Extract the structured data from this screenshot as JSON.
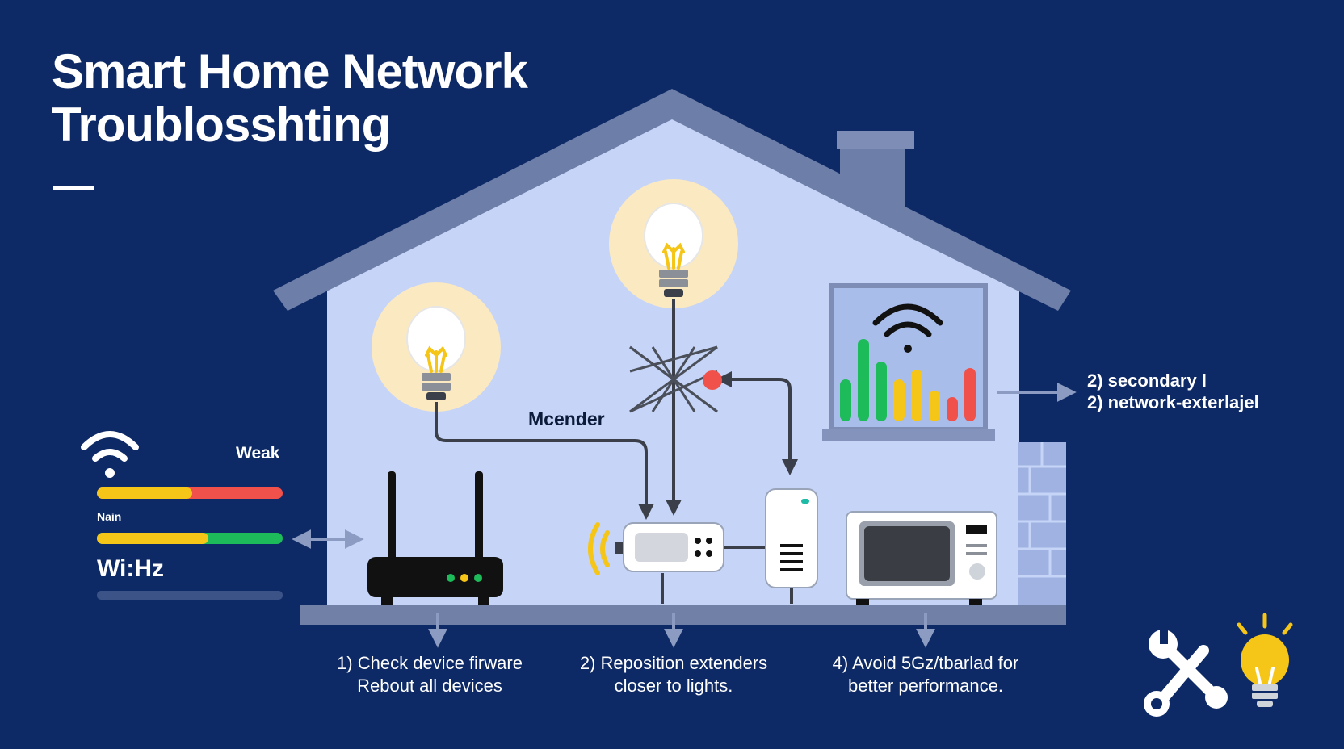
{
  "title": {
    "line1": "Smart Home Network",
    "line2": "Troublosshting"
  },
  "signal_panel": {
    "weak_label": "Weak",
    "main_label": "Nain",
    "band_label": "Wi:Hz"
  },
  "diagram": {
    "extender_label": "Mcender",
    "side_note_line1": "2) secondary l",
    "side_note_line2": "2) network-exterlajel"
  },
  "steps": [
    {
      "line1": "1) Check device firware",
      "line2": "Rebout all devices"
    },
    {
      "line1": "2) Reposition extenders",
      "line2": "closer to lights."
    },
    {
      "line1": "4) Avoid 5Gz/tbarlad for",
      "line2": "better performance."
    }
  ],
  "colors": {
    "background": "#0e2a66",
    "house_wall": "#c6d5f7",
    "roof": "#6d7ea8",
    "bulb_glow": "#fbe9c2",
    "accent_yellow": "#f5c518",
    "accent_red": "#f0514a",
    "accent_green": "#1dbb5a"
  },
  "icons": [
    "wifi-icon",
    "light-bulb-icon",
    "router-icon",
    "extender-icon",
    "microwave-icon",
    "wrench-icon",
    "screwdriver-icon"
  ]
}
